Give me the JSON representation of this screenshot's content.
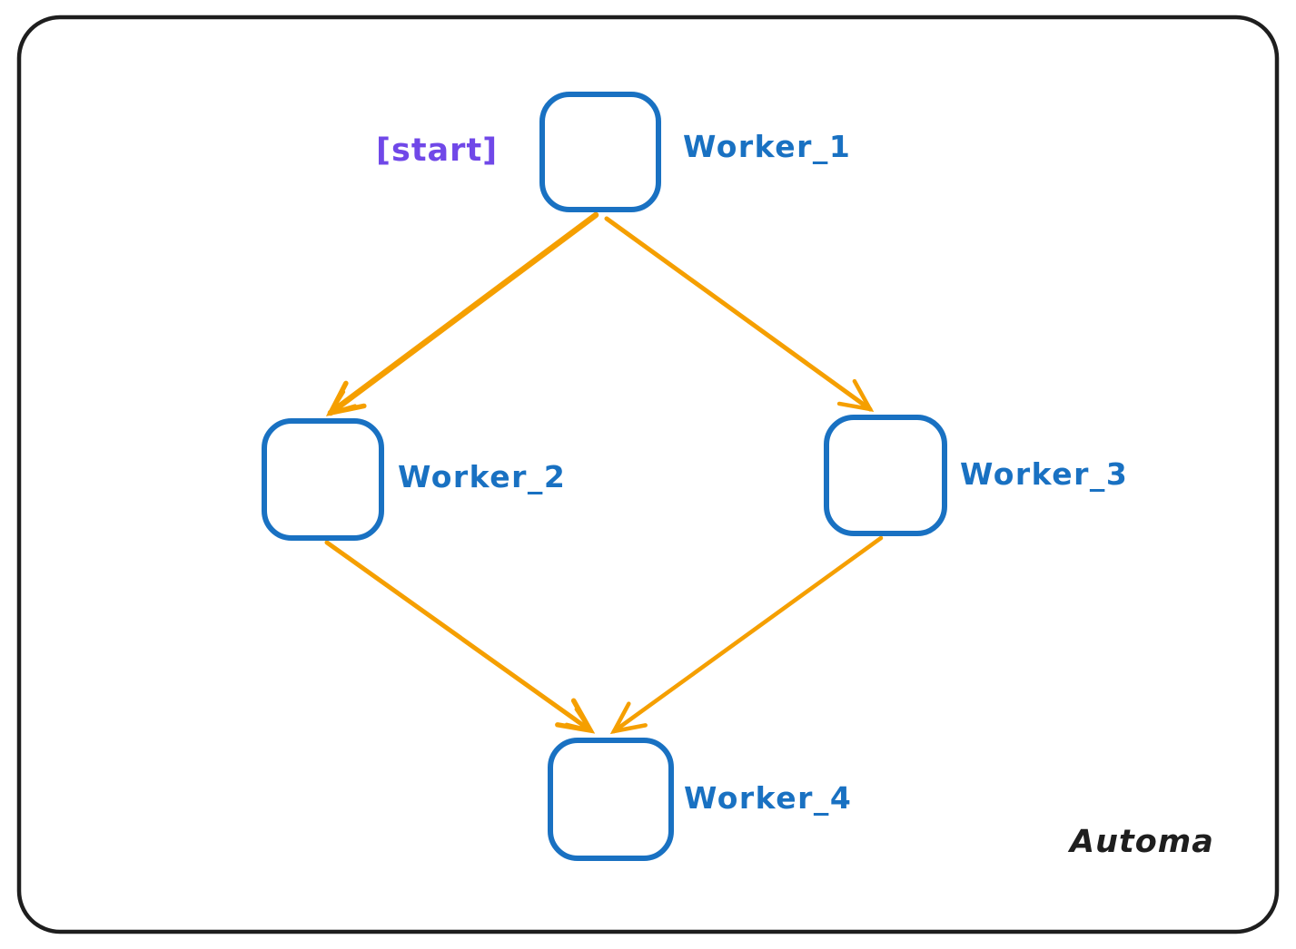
{
  "diagram": {
    "type": "workflow-graph",
    "start_tag": "[start]",
    "nodes": [
      {
        "id": "worker_1",
        "label": "Worker_1",
        "is_start": true
      },
      {
        "id": "worker_2",
        "label": "Worker_2",
        "is_start": false
      },
      {
        "id": "worker_3",
        "label": "Worker_3",
        "is_start": false
      },
      {
        "id": "worker_4",
        "label": "Worker_4",
        "is_start": false
      }
    ],
    "edges": [
      {
        "from": "Worker_1",
        "to": "Worker_2"
      },
      {
        "from": "Worker_1",
        "to": "Worker_3"
      },
      {
        "from": "Worker_2",
        "to": "Worker_4"
      },
      {
        "from": "Worker_3",
        "to": "Worker_4"
      }
    ]
  },
  "watermark": {
    "label": "Automa"
  },
  "colors": {
    "node_stroke": "#1971c2",
    "node_label": "#1971c2",
    "edge_arrow": "#f59f00",
    "start_tag": "#7048e8",
    "outer_border": "#1e1e1e",
    "background": "#ffffff"
  }
}
